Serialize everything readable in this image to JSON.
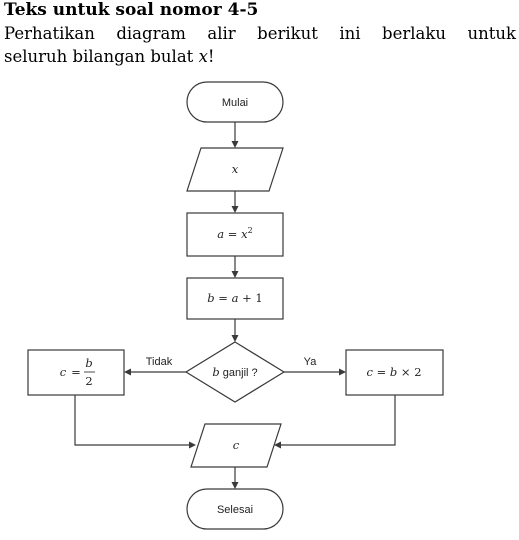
{
  "header": {
    "title": "Teks untuk soal nomor 4-5",
    "instruction_line1_words": [
      "Perhatikan",
      "diagram",
      "alir",
      "berikut",
      "ini",
      "berlaku",
      "untuk"
    ],
    "instruction_line2_text": "seluruh bilangan bulat ",
    "instruction_var": "x",
    "instruction_end": "!"
  },
  "flowchart": {
    "start": "Mulai",
    "input": "x",
    "step_a": {
      "lhs": "a",
      "eq": " = ",
      "rhs": "x",
      "sup": "2"
    },
    "step_b": {
      "lhs": "b",
      "eq": " = ",
      "rhs": "a",
      "op": " + 1"
    },
    "decision": {
      "var": "b",
      "text": " ganjil ?"
    },
    "branch_no": {
      "label": "Tidak",
      "lhs": "c",
      "eq": "=",
      "num": "b",
      "den": "2"
    },
    "branch_yes": {
      "label": "Ya",
      "lhs": "c",
      "eq": " = ",
      "b": "b",
      "op": " × 2"
    },
    "output": "c",
    "end": "Selesai"
  }
}
